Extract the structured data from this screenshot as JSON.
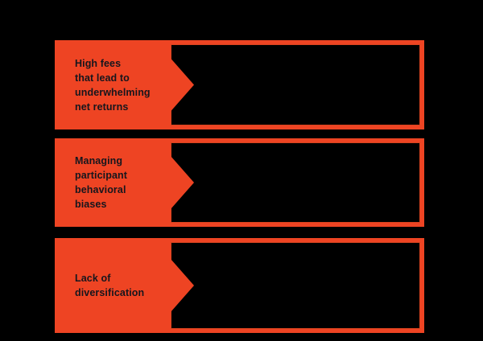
{
  "page": {
    "background_color": "#000000",
    "accent_color": "#ee4423",
    "text_color": "#16161d",
    "panel_color": "#000000"
  },
  "banners": [
    {
      "id": "high-fees",
      "label": "High fees\nthat lead to\nunderwhelming\nnet returns",
      "body": ""
    },
    {
      "id": "behavioral-biases",
      "label": "Managing\nparticipant\nbehavioral\nbiases",
      "body": ""
    },
    {
      "id": "lack-of-diversification",
      "label": "Lack of\ndiversification",
      "body": ""
    }
  ]
}
